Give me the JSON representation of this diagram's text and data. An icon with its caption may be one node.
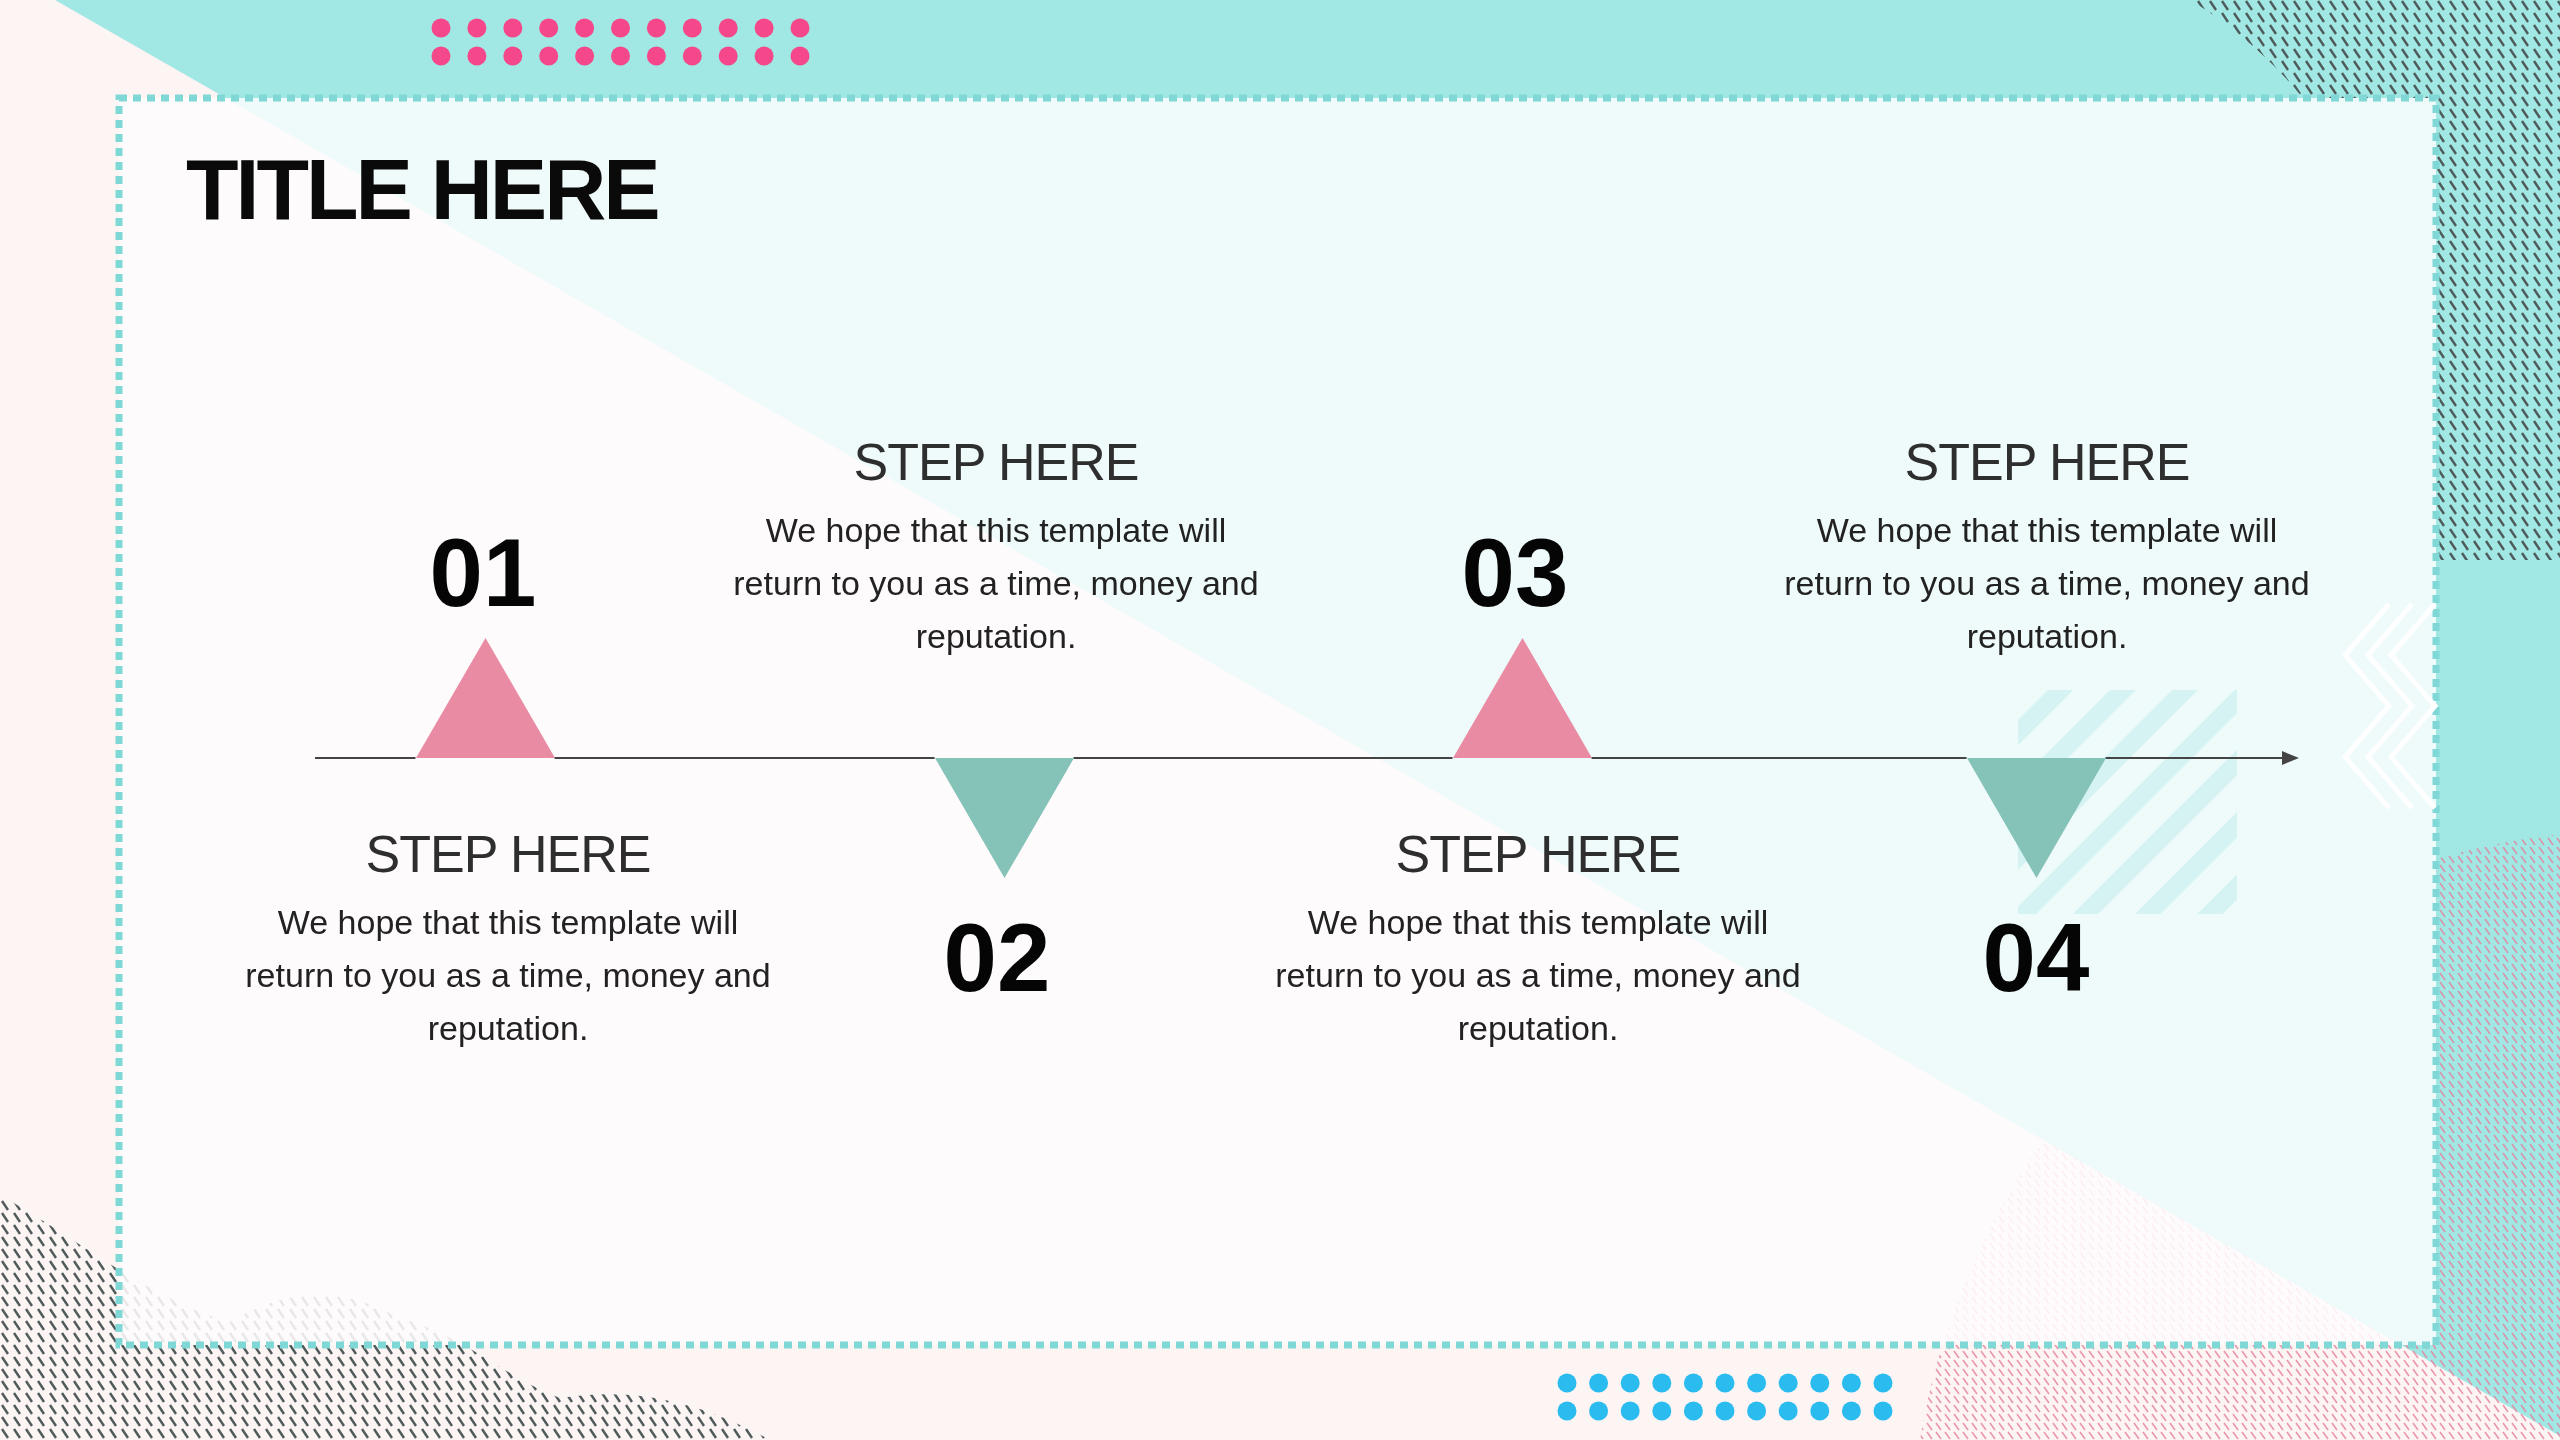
{
  "diagram": {
    "title": "TITLE HERE",
    "nodes": [
      {
        "text": [],
        "shape": "triangle",
        "beside": [
          "01",
          "STEP HERE",
          "We hope that this template will return to you as a time, money and reputation."
        ]
      },
      {
        "text": [],
        "shape": "triangle",
        "beside": [
          "02",
          "STEP HERE",
          "We hope that this template will return to you as a time, money and reputation."
        ]
      },
      {
        "text": [],
        "shape": "triangle",
        "beside": [
          "03",
          "STEP HERE",
          "We hope that this template will return to you as a time, money and reputation."
        ]
      },
      {
        "text": [],
        "shape": "triangle",
        "beside": [
          "04",
          "STEP HERE",
          "We hope that this template will return to you as a time, money and reputation."
        ]
      }
    ],
    "edges": [
      {
        "from": null,
        "to": 0,
        "arrow": "none"
      },
      {
        "from": 0,
        "to": 1,
        "arrow": "none"
      },
      {
        "from": 1,
        "to": 2,
        "arrow": "none"
      },
      {
        "from": 2,
        "to": 3,
        "arrow": "none"
      }
    ]
  }
}
